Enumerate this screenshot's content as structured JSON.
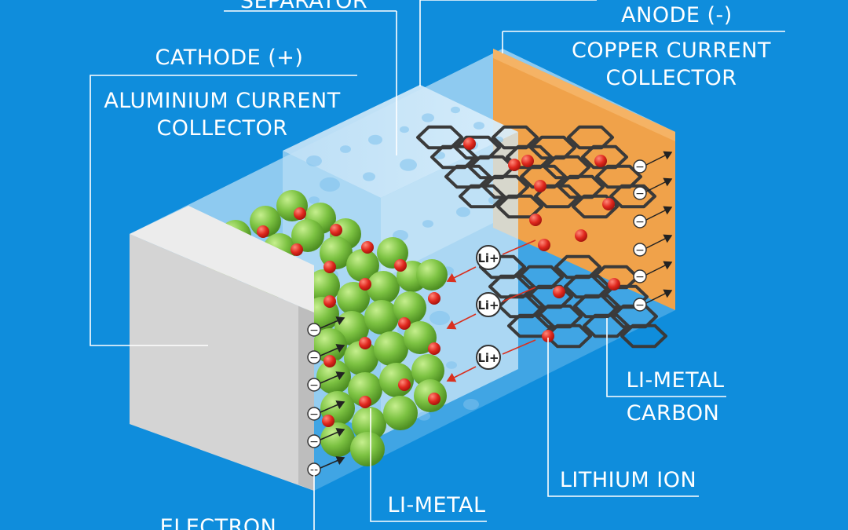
{
  "labels": {
    "separator": "SEPARATOR",
    "anode": "ANODE (-)",
    "copper_line1": "COPPER CURRENT",
    "copper_line2": "COLLECTOR",
    "cathode": "CATHODE (+)",
    "aluminium_line1": "ALUMINIUM CURRENT",
    "aluminium_line2": "COLLECTOR",
    "li_metal_right": "LI-METAL",
    "carbon": "CARBON",
    "lithium_ion": "LITHIUM ION",
    "li_metal_bottom": "LI-METAL",
    "electron": "ELECTRON"
  },
  "ion_symbol": "Li+",
  "electron_symbol": "−",
  "colors": {
    "background": "#0f8ddc",
    "cathode_sphere": "#7cc242",
    "lithium_ion": "#e0281e",
    "copper": "#f0a24a",
    "aluminium": "#d4d4d4",
    "separator": "#cfe8f8",
    "graphite_lattice": "#3a3a3a"
  }
}
